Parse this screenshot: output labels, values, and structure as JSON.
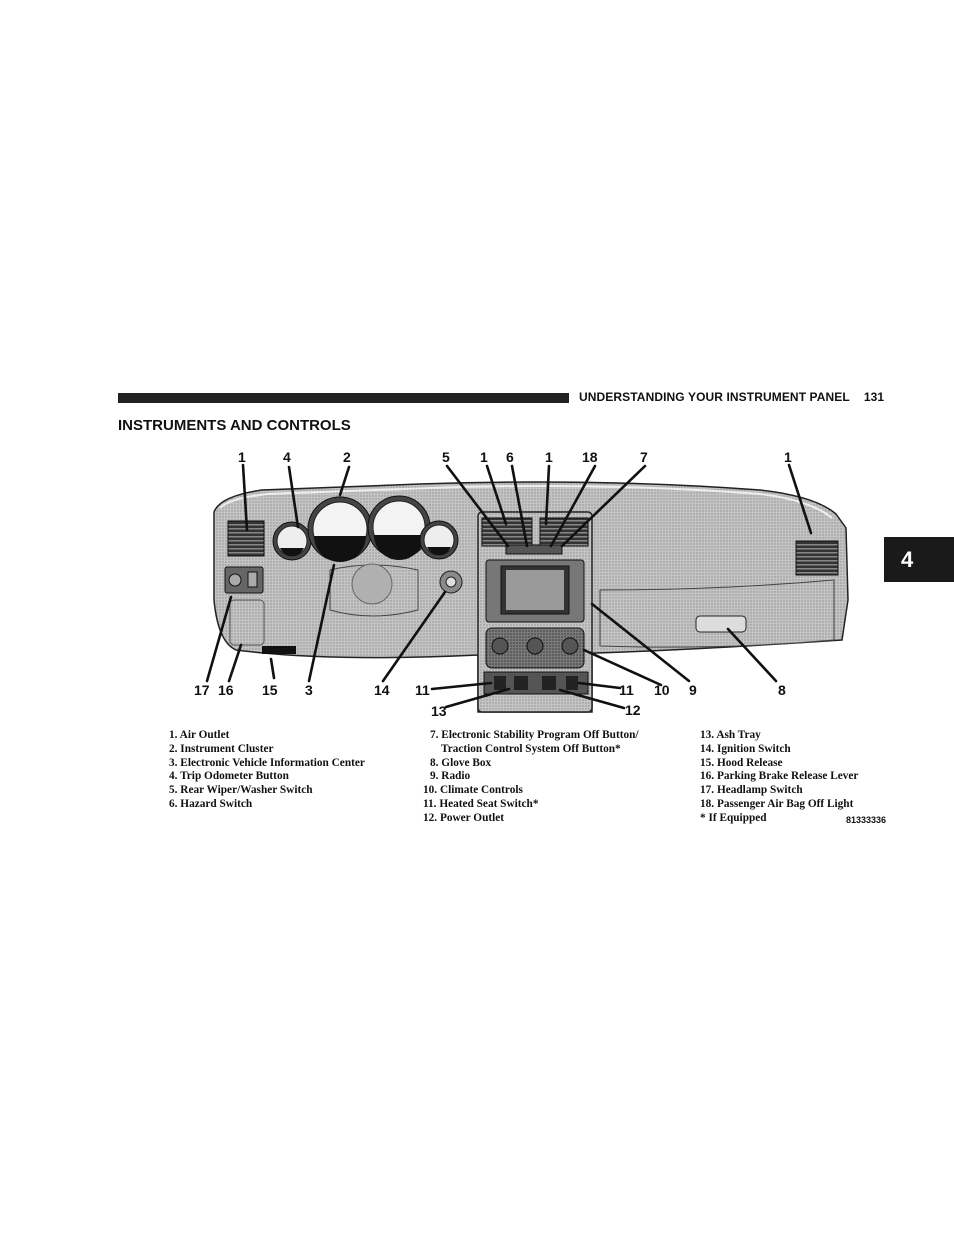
{
  "header": {
    "running_title": "UNDERSTANDING YOUR INSTRUMENT PANEL",
    "page_number": "131"
  },
  "section_title": "INSTRUMENTS AND CONTROLS",
  "chapter_tab": "4",
  "illustration": {
    "callouts_top": [
      "1",
      "4",
      "2",
      "5",
      "1",
      "6",
      "1",
      "18",
      "7",
      "1"
    ],
    "callouts_bottom": [
      "17",
      "16",
      "15",
      "3",
      "14",
      "11",
      "10",
      "9",
      "8",
      "11",
      "13",
      "12"
    ],
    "figure_id": "81333336"
  },
  "legend": {
    "col1": [
      "1. Air Outlet",
      "2. Instrument Cluster",
      "3. Electronic Vehicle Information Center",
      "4. Trip Odometer Button",
      "5. Rear Wiper/Washer Switch",
      "6. Hazard Switch"
    ],
    "col2": [
      "7. Electronic Stability Program Off Button/",
      "Traction Control System Off Button*",
      "8. Glove Box",
      "9. Radio",
      "10. Climate Controls",
      "11. Heated Seat Switch*",
      "12. Power Outlet"
    ],
    "col3": [
      "13. Ash Tray",
      "14. Ignition Switch",
      "15. Hood Release",
      "16. Parking Brake Release Lever",
      "17. Headlamp Switch",
      "18. Passenger Air Bag Off Light",
      "* If Equipped"
    ]
  },
  "colors": {
    "ink": "#111111",
    "panel_fill": "#b9b9b9",
    "tab_fill": "#1a1a1a"
  }
}
